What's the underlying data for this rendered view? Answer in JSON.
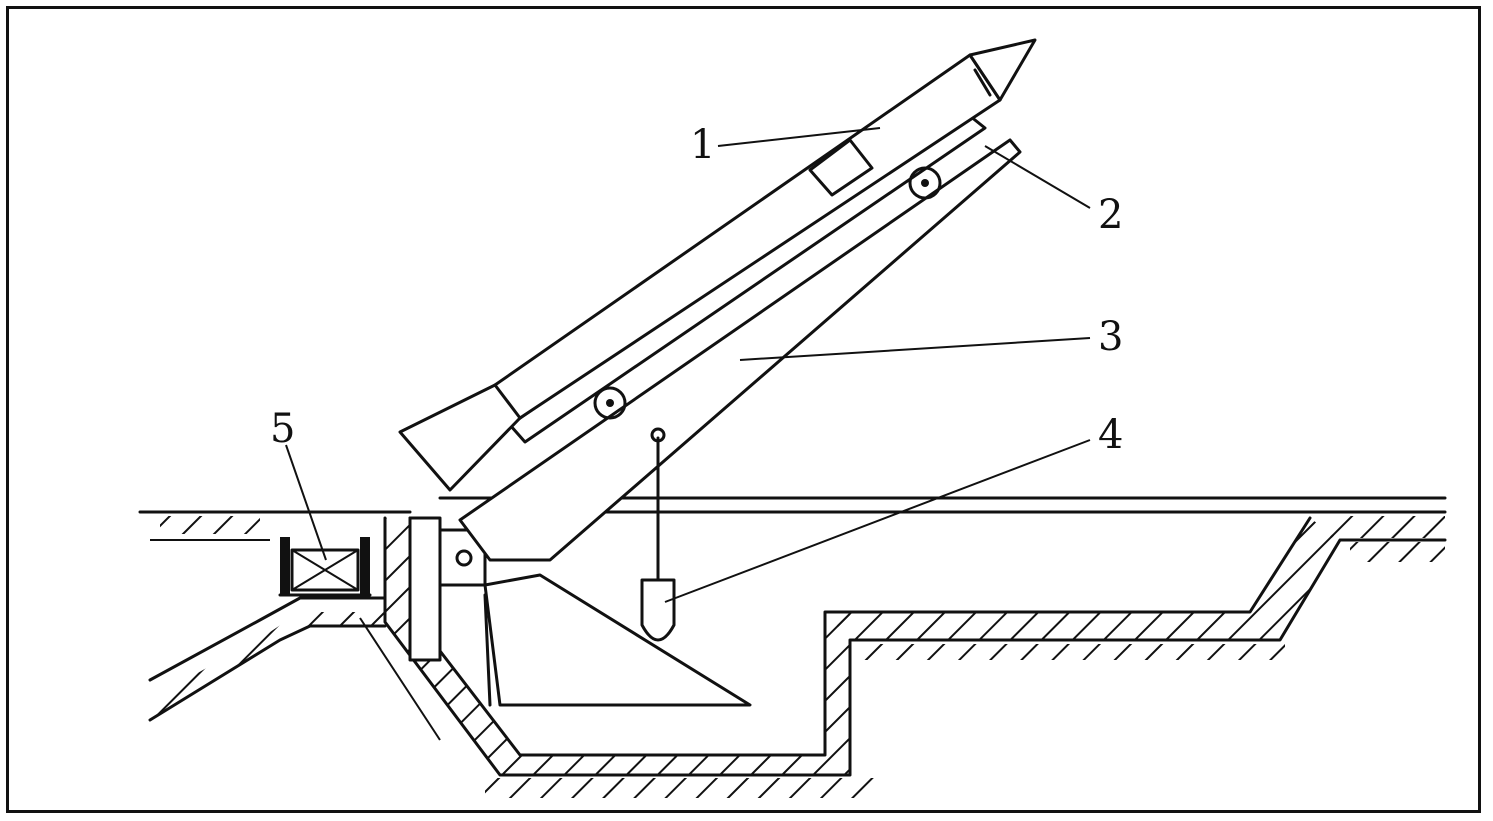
{
  "labels": [
    {
      "id": "1",
      "text": "1"
    },
    {
      "id": "2",
      "text": "2"
    },
    {
      "id": "3",
      "text": "3"
    },
    {
      "id": "4",
      "text": "4"
    },
    {
      "id": "5",
      "text": "5"
    }
  ],
  "colors": {
    "ink": "#111111",
    "background": "#ffffff"
  }
}
